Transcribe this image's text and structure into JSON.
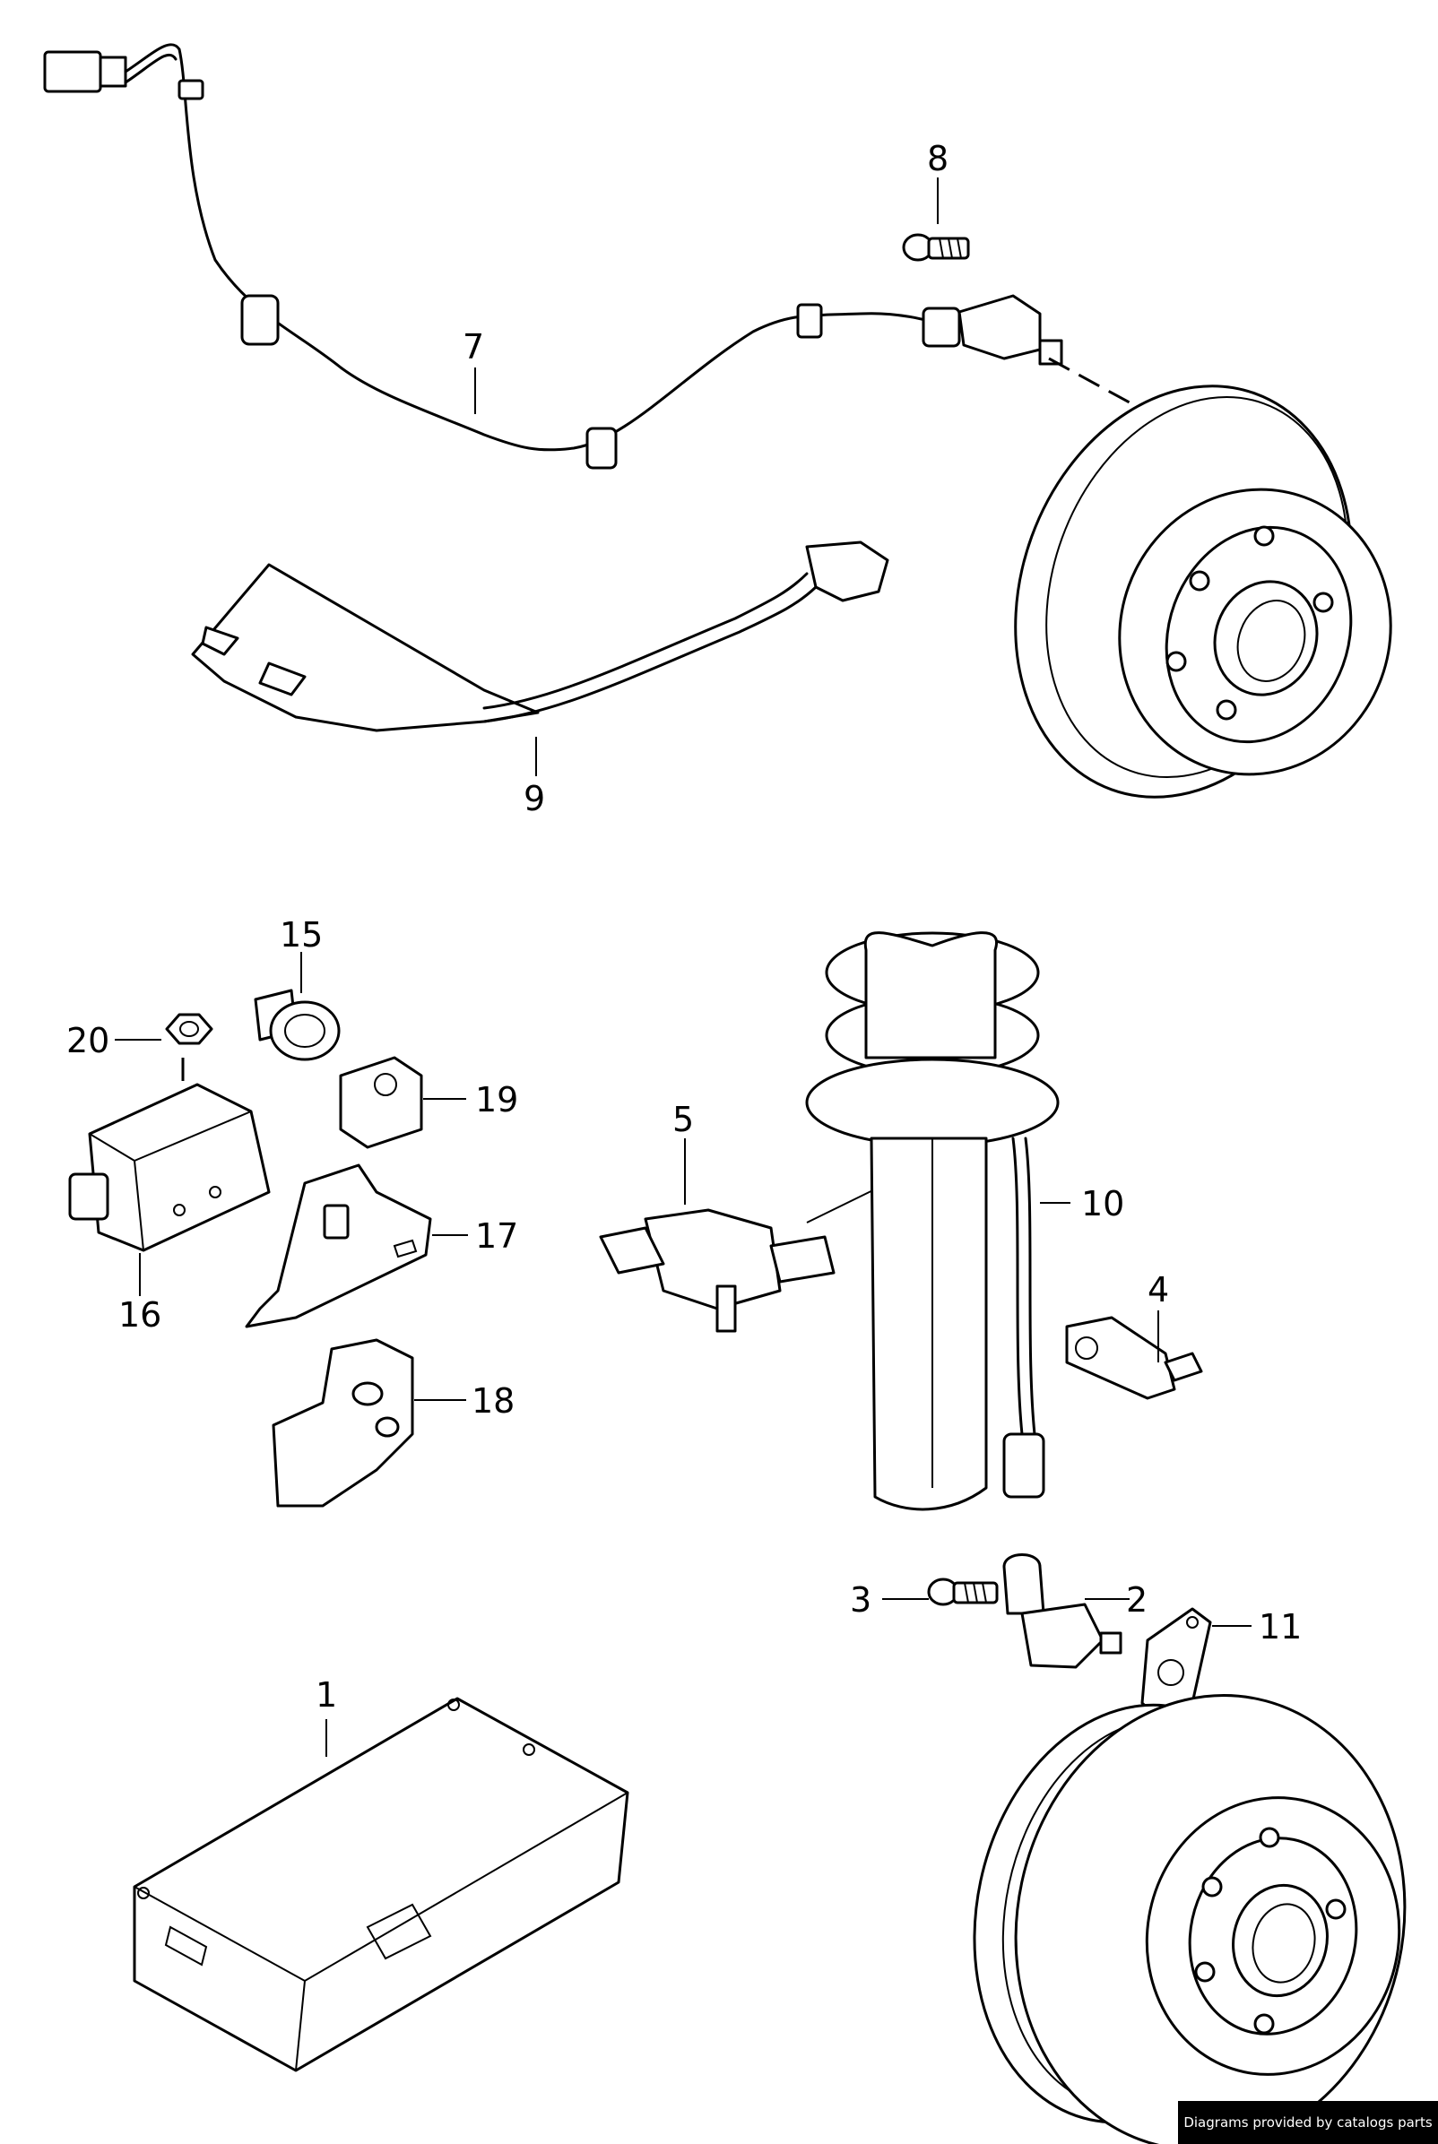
{
  "callouts": {
    "c1": "1",
    "c2": "2",
    "c3": "3",
    "c4": "4",
    "c5": "5",
    "c7": "7",
    "c8": "8",
    "c9": "9",
    "c10": "10",
    "c11": "11",
    "c15": "15",
    "c16": "16",
    "c17": "17",
    "c18": "18",
    "c19": "19",
    "c20": "20"
  },
  "credit": "Diagrams provided by catalogs parts"
}
